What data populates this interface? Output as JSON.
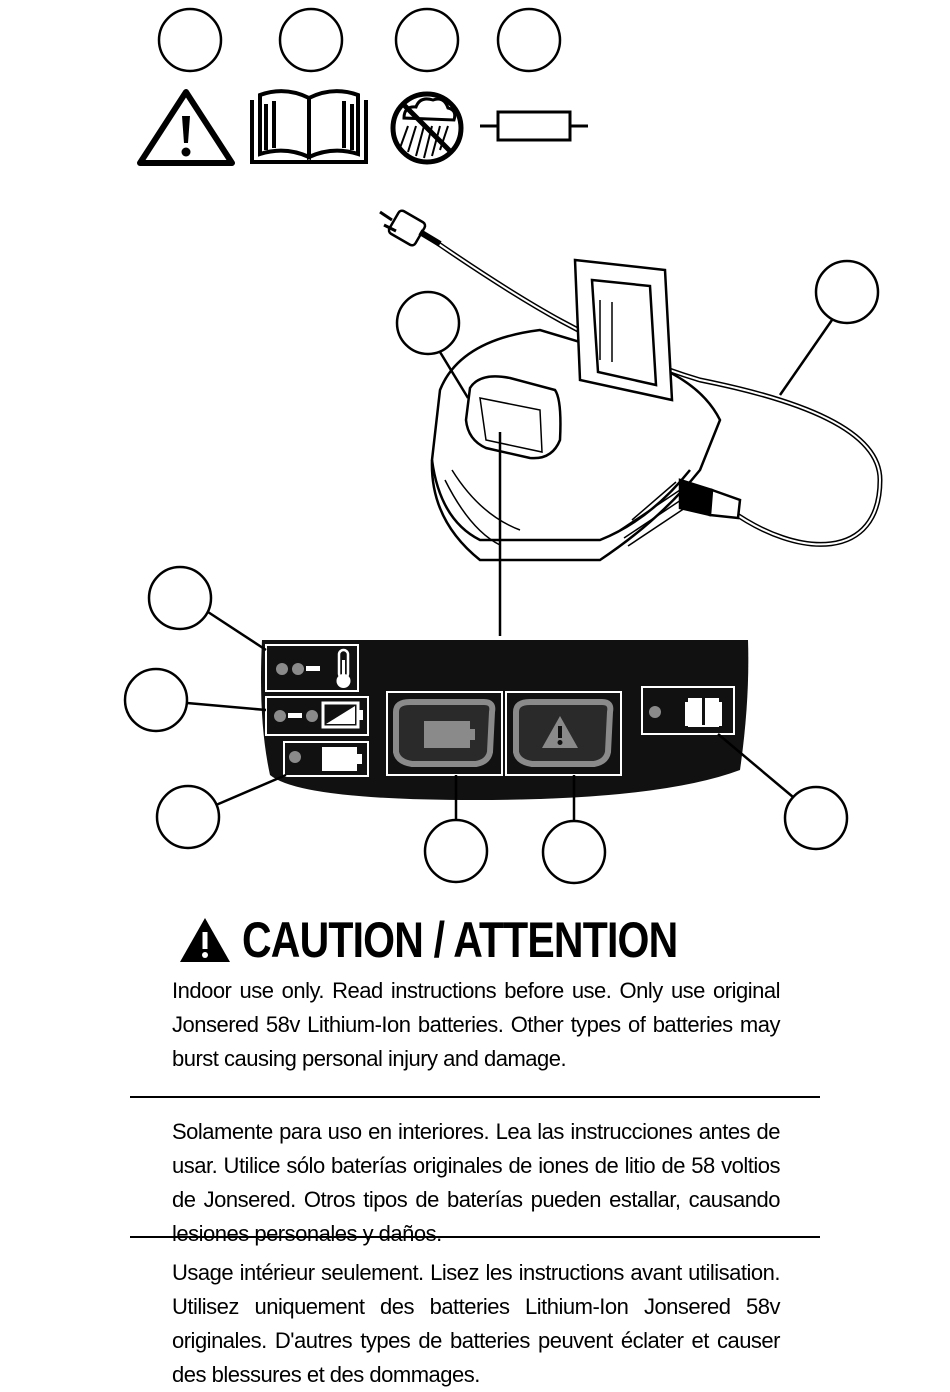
{
  "heading": {
    "text": "CAUTION / ATTENTION"
  },
  "paragraphs": {
    "english": "Indoor use only. Read instructions before use. Only use original Jonsered 58v Lithium-Ion batteries. Other types of batteries may burst causing personal injury and damage.",
    "spanish": "Solamente para uso en interiores. Lea las instrucciones antes de usar. Utilice sólo baterías originales de iones de litio de 58 voltios de Jonsered. Otros tipos de baterías pueden estallar, causando lesiones personales y daños.",
    "french": "Usage intérieur seulement. Lisez les instructions avant utilisation. Utilisez uniquement des batteries Lithium-Ion Jonsered 58v originales. D'autres types de batteries peuvent éclater et causer des blessures et des dommages."
  },
  "icons": {
    "symbols_row": [
      "warning-triangle-icon",
      "manual-book-icon",
      "no-rain-icon",
      "fuse-icon"
    ],
    "panel": [
      "temperature-icon",
      "battery-fault-icon",
      "battery-icon",
      "manual-book-icon",
      "warning-triangle-icon"
    ]
  },
  "colors": {
    "panel": "#111111",
    "indicator_gray": "#8a8a8a",
    "ink": "#000000",
    "background": "#ffffff"
  }
}
